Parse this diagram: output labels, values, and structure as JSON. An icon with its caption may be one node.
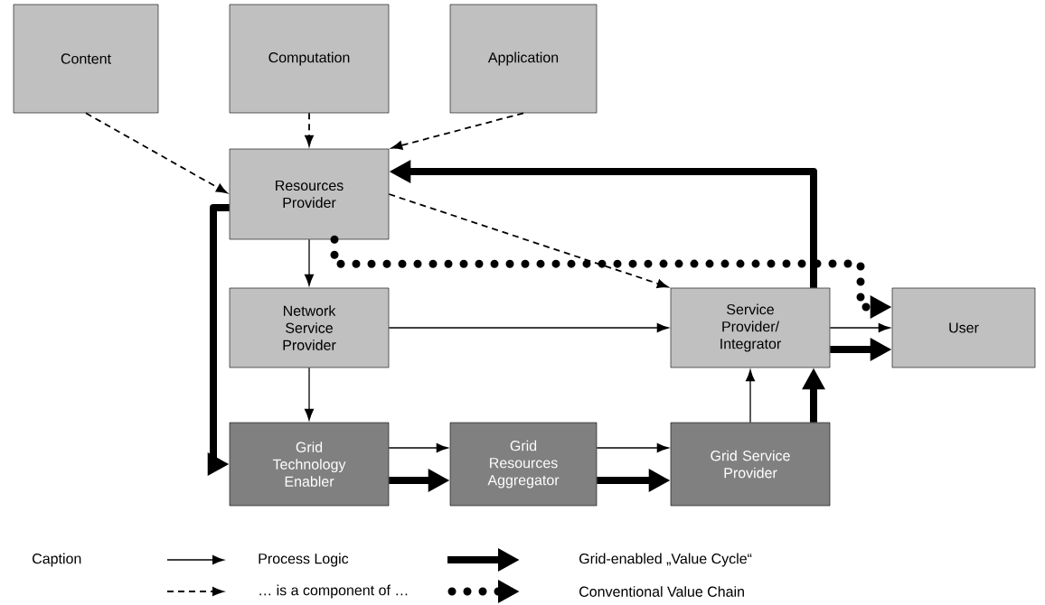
{
  "diagram": {
    "nodes": [
      {
        "text": [
          "Content"
        ]
      },
      {
        "text": [
          "Computation"
        ]
      },
      {
        "text": [
          "Application"
        ]
      },
      {
        "text": [
          "Resources Provider"
        ]
      },
      {
        "text": [
          "Network Service Provider"
        ]
      },
      {
        "text": [
          "Service Provider/ Integrator"
        ]
      },
      {
        "text": [
          "User"
        ]
      },
      {
        "text": [
          "Grid Technology Enabler"
        ]
      },
      {
        "text": [
          "Grid Resources Aggregator"
        ]
      },
      {
        "text": [
          "Grid Service Provider"
        ]
      }
    ],
    "edges": [
      {
        "from": 0,
        "to": 3,
        "arrow": "to",
        "style": "dashed"
      },
      {
        "from": 1,
        "to": 3,
        "arrow": "to",
        "style": "dashed"
      },
      {
        "from": 2,
        "to": 3,
        "arrow": "to",
        "style": "dashed"
      },
      {
        "from": 3,
        "to": 4,
        "arrow": "to"
      },
      {
        "from": 3,
        "to": 5,
        "arrow": "to",
        "style": "dashed"
      },
      {
        "from": 4,
        "to": 5,
        "arrow": "to"
      },
      {
        "from": 4,
        "to": 7,
        "arrow": "to"
      },
      {
        "from": 5,
        "to": 6,
        "arrow": "to"
      },
      {
        "from": 7,
        "to": 8,
        "arrow": "to"
      },
      {
        "from": 8,
        "to": 9,
        "arrow": "to"
      },
      {
        "from": 9,
        "to": 5,
        "arrow": "to"
      },
      {
        "from": 3,
        "to": 6,
        "arrow": "to",
        "style": "dashed"
      },
      {
        "from": 5,
        "to": 3,
        "arrow": "to",
        "style": "thick"
      },
      {
        "from": 3,
        "to": 7,
        "arrow": "to",
        "style": "thick"
      },
      {
        "from": 7,
        "to": 8,
        "arrow": "to",
        "style": "thick"
      },
      {
        "from": 8,
        "to": 9,
        "arrow": "to",
        "style": "thick"
      },
      {
        "from": 9,
        "to": 5,
        "arrow": "to",
        "style": "thick"
      },
      {
        "from": 5,
        "to": 6,
        "arrow": "to",
        "style": "thick"
      }
    ],
    "labels": [
      "Caption"
    ],
    "legend": [
      {
        "text": "Process Logic"
      },
      {
        "text": "Grid-enabled „Value Cycle“"
      },
      {
        "text": "… is a component of …"
      },
      {
        "text": "Conventional Value Chain"
      }
    ]
  }
}
